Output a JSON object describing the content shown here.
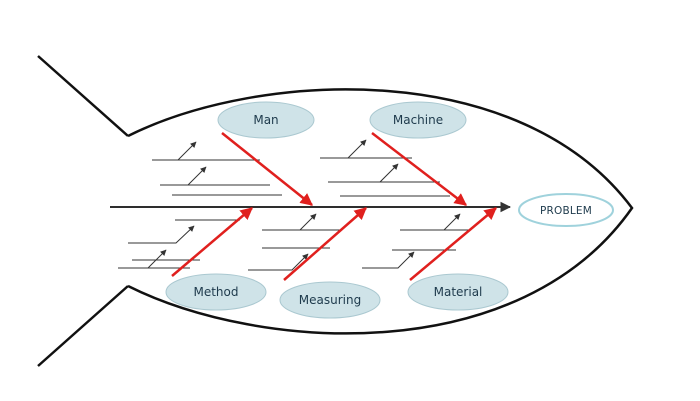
{
  "diagram": {
    "problem": {
      "label": "PROBLEM"
    },
    "categories": [
      {
        "key": "man",
        "label": "Man"
      },
      {
        "key": "machine",
        "label": "Machine"
      },
      {
        "key": "method",
        "label": "Method"
      },
      {
        "key": "measuring",
        "label": "Measuring"
      },
      {
        "key": "material",
        "label": "Material"
      }
    ]
  },
  "colors": {
    "outline": "#111111",
    "bone": "#e0201e",
    "category_fill": "#cfe3e8",
    "category_stroke": "#aac8d0",
    "problem_stroke": "#9fd2dc",
    "cause_arrow": "#333333"
  }
}
